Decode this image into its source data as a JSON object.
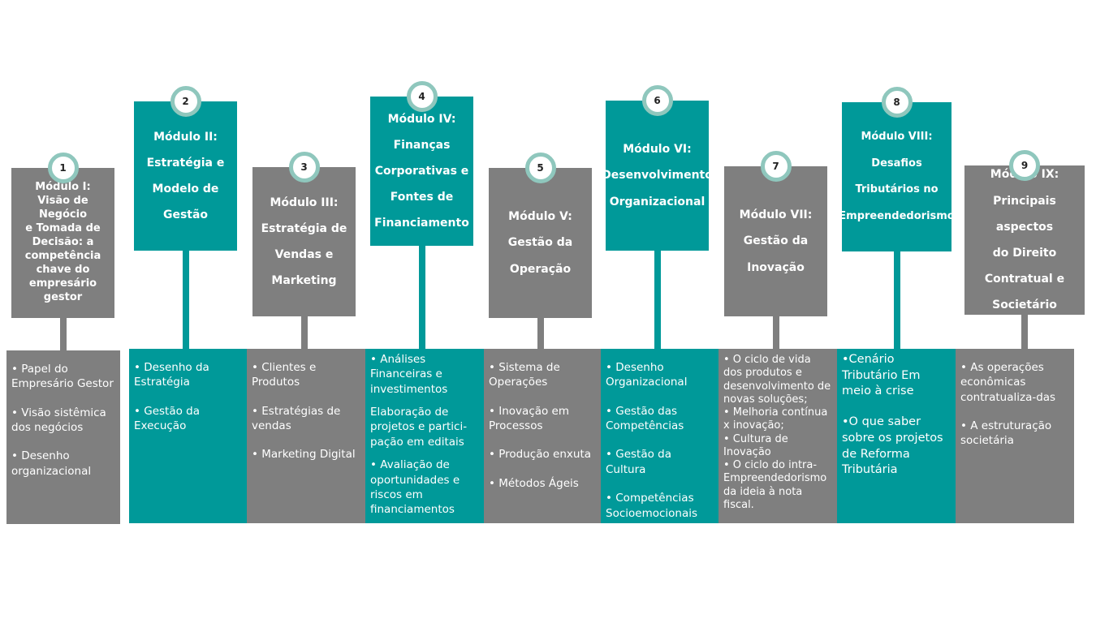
{
  "colors": {
    "gray": "#7f7f7f",
    "teal": "#009999",
    "circle_border": "#8fc7bd"
  },
  "modules": [
    {
      "number": "1",
      "title": "Módulo I:\nVisão de Negócio\ne Tomada de\nDecisão:  a\ncompetência\nchave   do\nempresário gestor",
      "color": "gray",
      "items": [
        "• Papel do Empresário Gestor",
        "• Visão sistêmica dos negócios",
        "• Desenho organizacional"
      ]
    },
    {
      "number": "2",
      "title": "Módulo II:\nEstratégia e\nModelo de\nGestão",
      "color": "teal",
      "items": [
        "• Desenho da Estratégia",
        "• Gestão da Execução"
      ]
    },
    {
      "number": "3",
      "title": "Módulo III:\nEstratégia de\nVendas e\nMarketing",
      "color": "gray",
      "items": [
        "• Clientes e Produtos",
        "• Estratégias de vendas",
        "• Marketing Digital"
      ]
    },
    {
      "number": "4",
      "title": "Módulo IV:\nFinanças\nCorporativas e\nFontes de\nFinanciamento",
      "color": "teal",
      "items": [
        "• Análises Financeiras e investimentos",
        "Elaboração de projetos e partici-pação em editais",
        "• Avaliação de oportunidades e riscos em financiamentos"
      ]
    },
    {
      "number": "5",
      "title": "Módulo V:\nGestão da\nOperação",
      "color": "gray",
      "items": [
        "• Sistema de Operações",
        "• Inovação em Processos",
        "• Produção enxuta",
        "• Métodos Ágeis"
      ]
    },
    {
      "number": "6",
      "title": "Módulo VI:\nDesenvolvimento\nOrganizacional",
      "color": "teal",
      "items": [
        "• Desenho Organizacional",
        "• Gestão das Competências",
        "• Gestão da Cultura",
        "• Competências Socioemocionais"
      ]
    },
    {
      "number": "7",
      "title": "Módulo VII:\nGestão da\nInovação",
      "color": "gray",
      "items": [
        "• O ciclo de vida dos produtos e desenvolvimento de novas soluções;",
        "• Melhoria contínua x inovação;",
        "• Cultura de Inovação",
        "• O ciclo do intra-Empreendedorismo da ideia à nota fiscal."
      ]
    },
    {
      "number": "8",
      "title": "Módulo VIII:\nDesafios\nTributários no\nEmpreendedorismo",
      "color": "teal",
      "items": [
        "•Cenário Tributário Em meio à crise",
        "•O que saber sobre os projetos de Reforma Tributária"
      ]
    },
    {
      "number": "9",
      "title": "Módulo IX:\nPrincipais aspectos\ndo Direito\nContratual e\nSocietário",
      "color": "gray",
      "items": [
        "• As operações econômicas contratualiza-das",
        "• A estruturação societária"
      ]
    }
  ]
}
